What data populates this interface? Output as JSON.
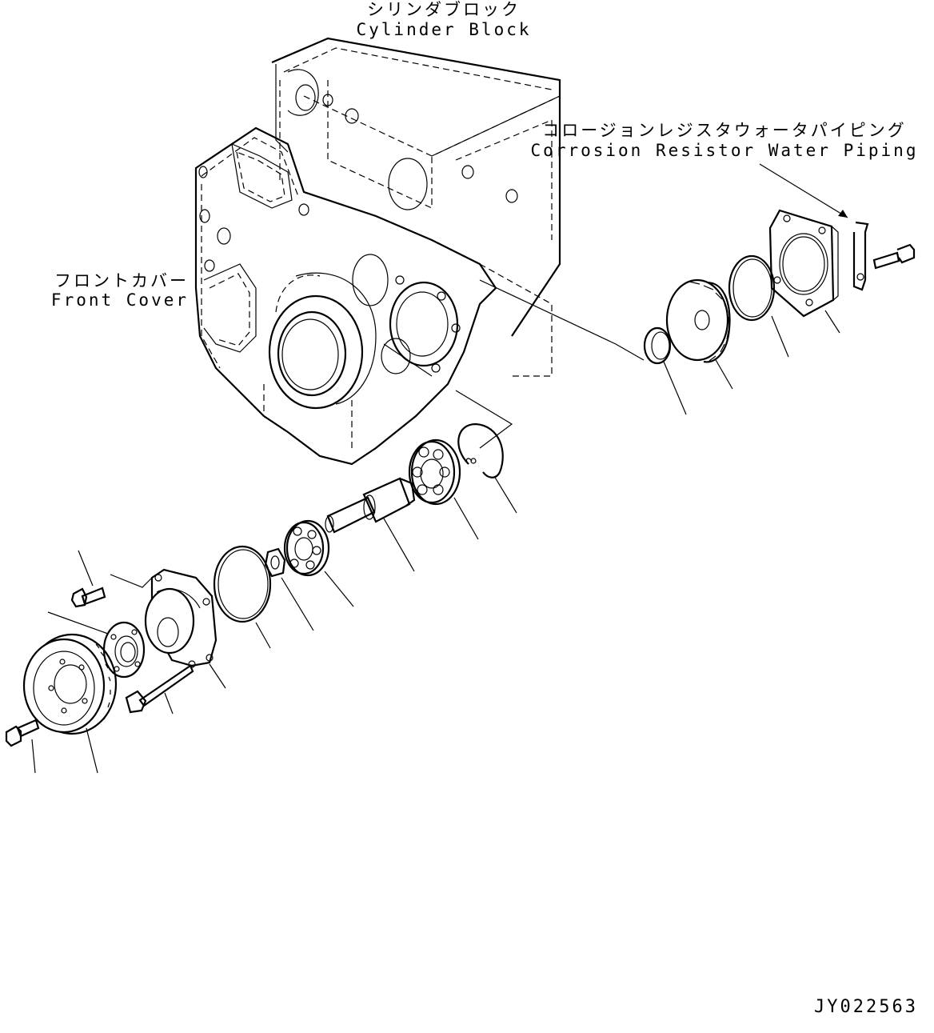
{
  "labels": {
    "cylinder_block_jp": "シリンダブロック",
    "cylinder_block_en": "Cylinder Block",
    "front_cover_jp": "フロントカバー",
    "front_cover_en": "Front Cover",
    "corrosion_jp": "コロージョンレジスタウォータパイピング",
    "corrosion_en": "Corrosion Resistor Water Piping"
  },
  "drawing_id": "JY022563"
}
